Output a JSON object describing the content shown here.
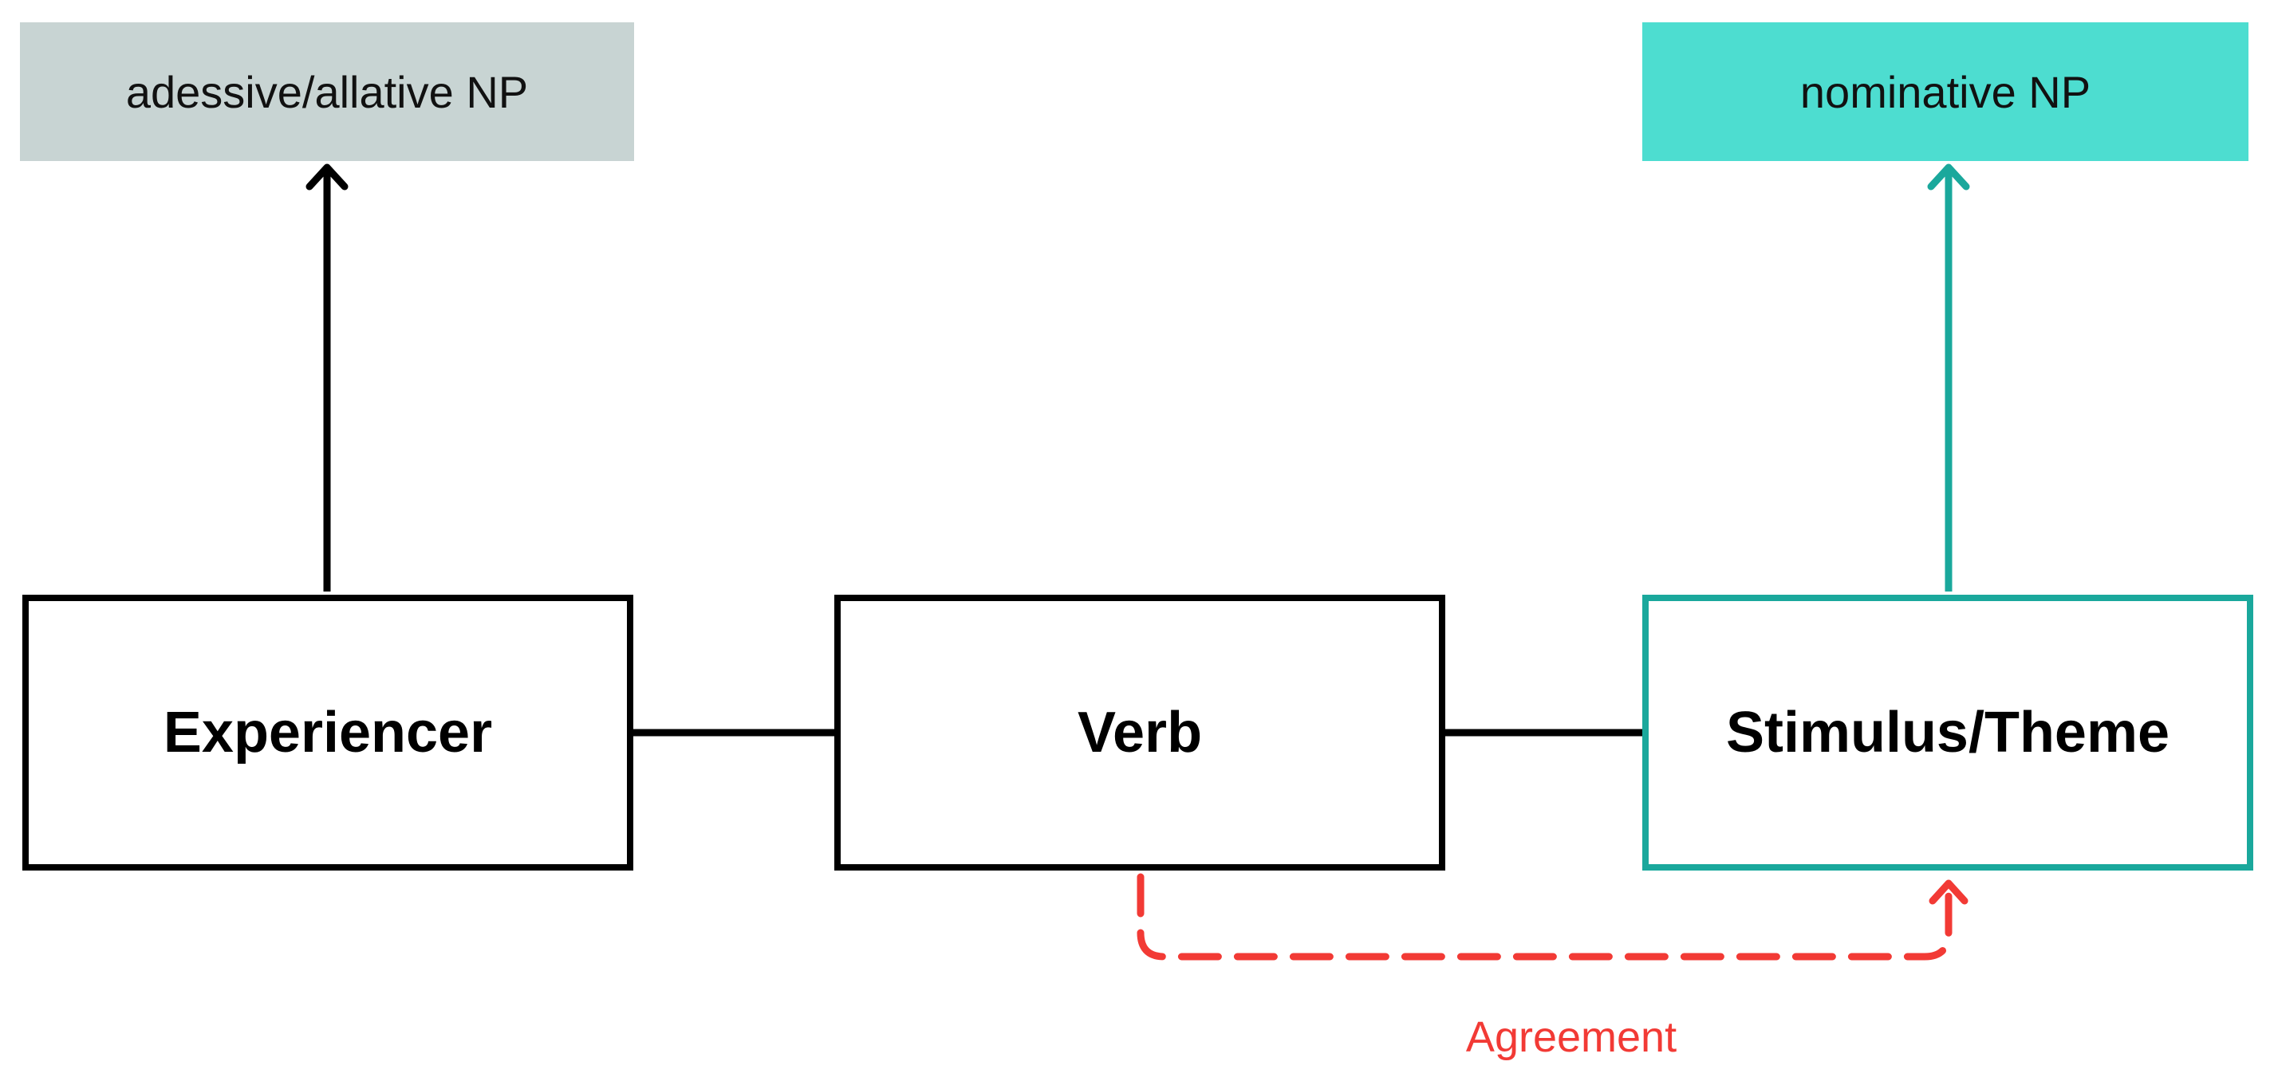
{
  "case_labels": {
    "adessive": "adessive/allative NP",
    "nominative": "nominative NP"
  },
  "roles": {
    "experiencer": "Experiencer",
    "verb": "Verb",
    "stimulus": "Stimulus/Theme"
  },
  "relations": {
    "agreement": "Agreement"
  },
  "colors": {
    "adessive_fill": "#c8d4d3",
    "nominative_fill": "#4dddd0",
    "stimulus_border": "#1aa89c",
    "agreement": "#f23a35",
    "default_line": "#000000"
  }
}
